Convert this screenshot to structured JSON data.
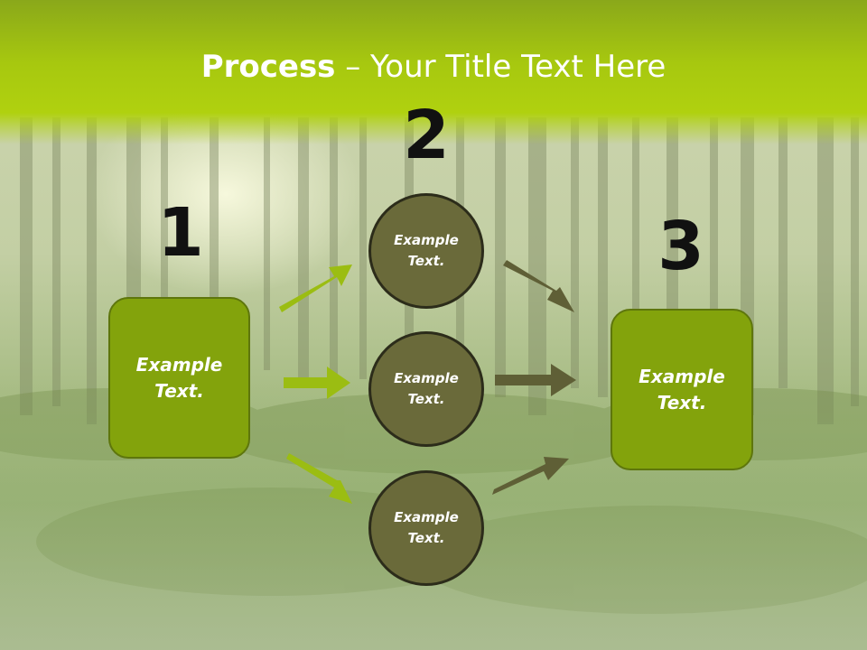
{
  "slide": {
    "title_bold": "Process",
    "title_rest": " – Your Title Text Here",
    "numbers": {
      "one": "1",
      "two": "2",
      "three": "3"
    },
    "left_box": {
      "text_line1": "Example",
      "text_line2": "Text."
    },
    "right_box": {
      "text_line1": "Example",
      "text_line2": "Text."
    },
    "circles": [
      {
        "text_line1": "Example",
        "text_line2": "Text."
      },
      {
        "text_line1": "Example",
        "text_line2": "Text."
      },
      {
        "text_line1": "Example",
        "text_line2": "Text."
      }
    ]
  },
  "colors": {
    "title_band": "#a7c80f",
    "box_fill": "#83a30c",
    "circle_fill": "#6a6a3a",
    "arrow_green": "#9bbd12",
    "arrow_olive": "#5f5f36"
  }
}
